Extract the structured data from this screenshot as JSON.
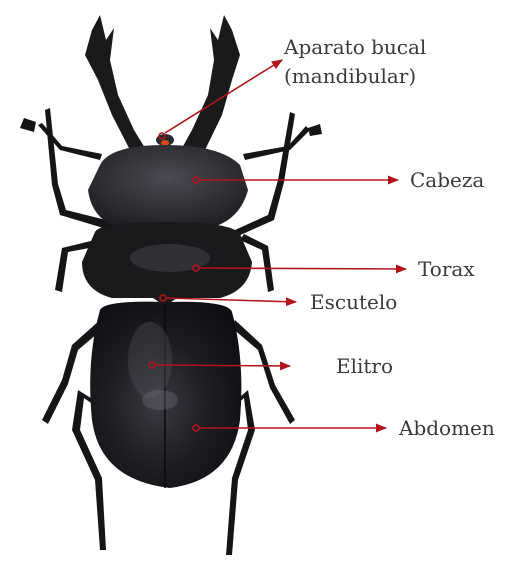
{
  "labels": {
    "mouth_line1": "Aparato bucal",
    "mouth_line2": "(mandibular)",
    "head": "Cabeza",
    "thorax": "Torax",
    "scutellum": "Escutelo",
    "elytra": "Elitro",
    "abdomen": "Abdomen"
  },
  "colors": {
    "arrow": "#b3141b",
    "text": "#3a3a3a",
    "beetle": "#1a1a1d"
  }
}
